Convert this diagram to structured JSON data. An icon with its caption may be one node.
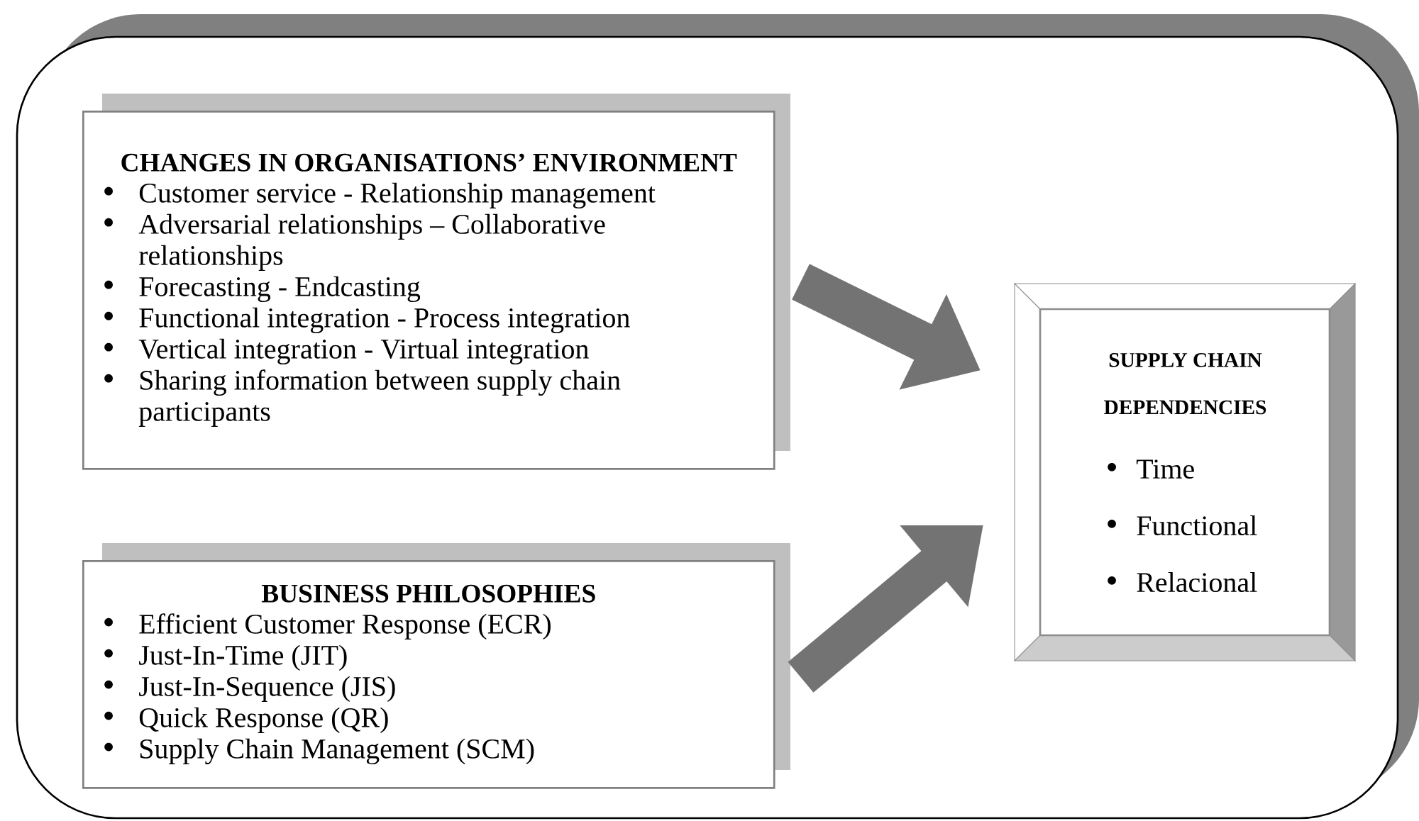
{
  "diagram": {
    "nodes": [
      {
        "text": [
          "CHANGES IN ORGANISATIONS’ ENVIRONMENT",
          "Customer service - Relationship management",
          "Adversarial relationships – Collaborative relationships",
          "Forecasting - Endcasting",
          "Functional integration - Process integration",
          "Vertical integration - Virtual integration",
          "Sharing information between supply chain participants"
        ]
      },
      {
        "text": [
          "BUSINESS PHILOSOPHIES",
          "Efficient Customer Response (ECR)",
          "Just-In-Time (JIT)",
          "Just-In-Sequence (JIS)",
          "Quick Response (QR)",
          "Supply Chain Management (SCM)"
        ]
      },
      {
        "text": [
          "SUPPLY CHAIN DEPENDENCIES",
          "Time",
          "Functional",
          "Relacional"
        ]
      }
    ],
    "edges": [
      {
        "from": 0,
        "to": 2,
        "arrow": "to"
      },
      {
        "from": 1,
        "to": 2,
        "arrow": "to"
      }
    ]
  }
}
